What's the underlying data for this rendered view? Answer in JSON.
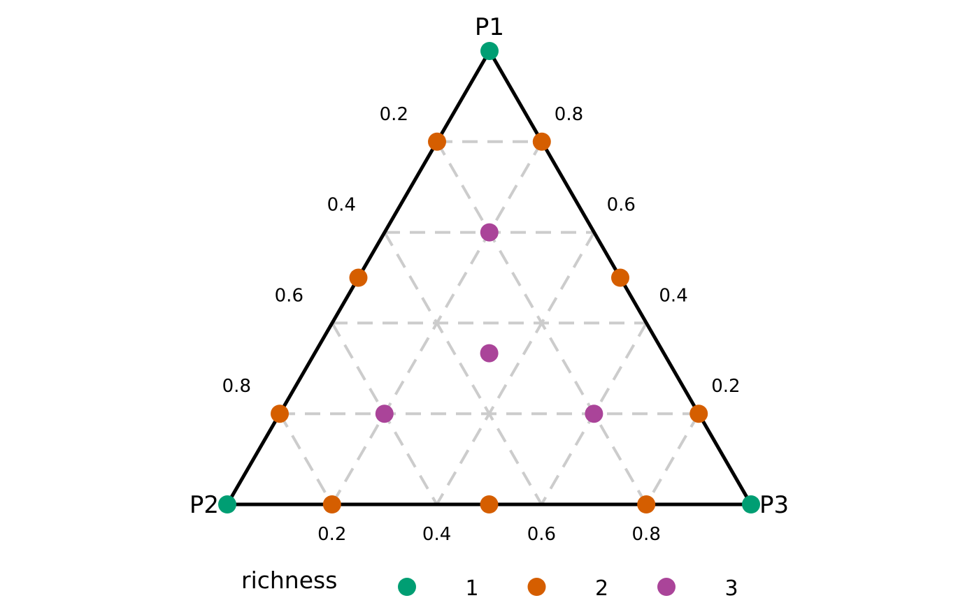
{
  "chart_data": {
    "type": "scatter",
    "subtype": "ternary",
    "vertices": [
      "P1",
      "P2",
      "P3"
    ],
    "grid": true,
    "grid_values": [
      0.2,
      0.4,
      0.6,
      0.8
    ],
    "left_axis_ticks": [
      "0.2",
      "0.4",
      "0.6",
      "0.8"
    ],
    "right_axis_ticks": [
      "0.8",
      "0.6",
      "0.4",
      "0.2"
    ],
    "bottom_axis_ticks": [
      "0.2",
      "0.4",
      "0.6",
      "0.8"
    ],
    "legend": {
      "title": "richness",
      "position": "bottom",
      "items": [
        {
          "label": "1",
          "color": "#009E73"
        },
        {
          "label": "2",
          "color": "#D55E00"
        },
        {
          "label": "3",
          "color": "#AA4499"
        }
      ]
    },
    "points": [
      {
        "P1": 1.0,
        "P2": 0.0,
        "P3": 0.0,
        "richness": 1
      },
      {
        "P1": 0.0,
        "P2": 1.0,
        "P3": 0.0,
        "richness": 1
      },
      {
        "P1": 0.0,
        "P2": 0.0,
        "P3": 1.0,
        "richness": 1
      },
      {
        "P1": 0.8,
        "P2": 0.2,
        "P3": 0.0,
        "richness": 2
      },
      {
        "P1": 0.8,
        "P2": 0.0,
        "P3": 0.2,
        "richness": 2
      },
      {
        "P1": 0.5,
        "P2": 0.5,
        "P3": 0.0,
        "richness": 2
      },
      {
        "P1": 0.5,
        "P2": 0.0,
        "P3": 0.5,
        "richness": 2
      },
      {
        "P1": 0.2,
        "P2": 0.8,
        "P3": 0.0,
        "richness": 2
      },
      {
        "P1": 0.2,
        "P2": 0.0,
        "P3": 0.8,
        "richness": 2
      },
      {
        "P1": 0.0,
        "P2": 0.8,
        "P3": 0.2,
        "richness": 2
      },
      {
        "P1": 0.0,
        "P2": 0.5,
        "P3": 0.5,
        "richness": 2
      },
      {
        "P1": 0.0,
        "P2": 0.2,
        "P3": 0.8,
        "richness": 2
      },
      {
        "P1": 0.6,
        "P2": 0.2,
        "P3": 0.2,
        "richness": 3
      },
      {
        "P1": 0.3333,
        "P2": 0.3333,
        "P3": 0.3333,
        "richness": 3
      },
      {
        "P1": 0.2,
        "P2": 0.6,
        "P3": 0.2,
        "richness": 3
      },
      {
        "P1": 0.2,
        "P2": 0.2,
        "P3": 0.6,
        "richness": 3
      }
    ]
  }
}
